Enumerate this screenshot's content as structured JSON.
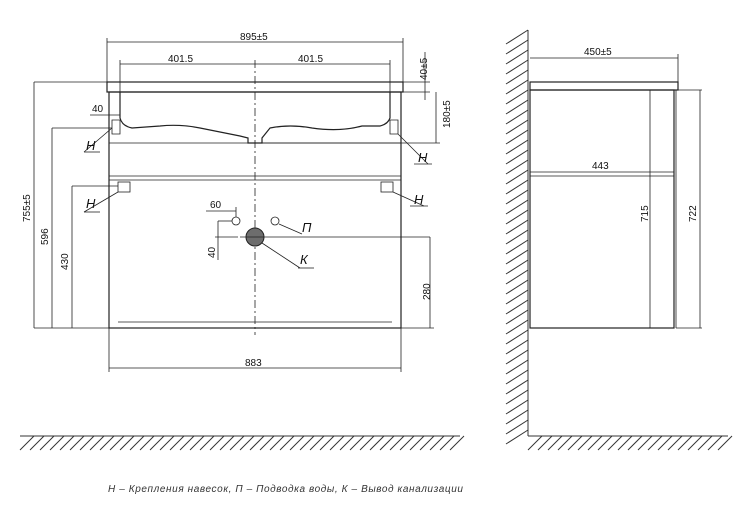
{
  "front_view": {
    "dimensions": {
      "overall_width": "895±5",
      "basin_left": "401.5",
      "basin_right": "401.5",
      "top_thickness": "40±5",
      "basin_depth": "180±5",
      "hanger_offset": "40",
      "total_height": "755±5",
      "height_596": "596",
      "height_430": "430",
      "pipe_spacing": "60",
      "pipe_offset": "40",
      "drain_height": "280",
      "body_width": "883"
    },
    "labels": {
      "hanger_1": "Н",
      "hanger_2": "Н",
      "hanger_3": "Н",
      "hanger_4": "Н",
      "water": "П",
      "drain": "К"
    }
  },
  "side_view": {
    "dimensions": {
      "top_depth": "450±5",
      "body_depth": "443",
      "height_715": "715",
      "height_722": "722"
    }
  },
  "legend": "Н – Крепления навесок, П – Подводка воды, К – Вывод канализации"
}
